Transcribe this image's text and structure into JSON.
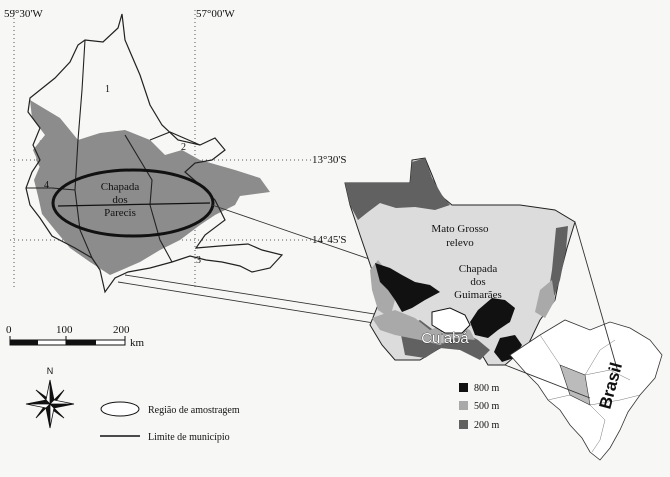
{
  "coordinates": {
    "lon_west": "59°30'W",
    "lon_east": "57°00'W",
    "lat_north": "13°30'S",
    "lat_south": "14°45'S"
  },
  "detail_map": {
    "region_label_line1": "Chapada",
    "region_label_line2": "dos",
    "region_label_line3": "Parecis",
    "municipality_numbers": [
      "1",
      "2",
      "3",
      "4"
    ]
  },
  "scale_bar": {
    "ticks": [
      "0",
      "100",
      "200"
    ],
    "unit": "km"
  },
  "compass": {
    "north_label": "N",
    "icon": "compass-rose-icon"
  },
  "legend_symbols": {
    "sampling_region": "Região de amostragem",
    "municipality_limit": "Limite de município"
  },
  "state_map": {
    "title_line1": "Mato Grosso",
    "title_line2": "relevo",
    "plateau_line1": "Chapada",
    "plateau_line2": "dos",
    "plateau_line3": "Guimarães",
    "city": "Cuiabá"
  },
  "elevation_legend": [
    {
      "label": "800 m",
      "color": "#111111"
    },
    {
      "label": "500 m",
      "color": "#a9a9a9"
    },
    {
      "label": "200 m",
      "color": "#616161"
    }
  ],
  "country_label": "Brasil",
  "colors": {
    "state_fill": "#dcdcdc",
    "low_relief": "#616161",
    "mid_relief": "#a9a9a9",
    "high_relief": "#111111"
  }
}
